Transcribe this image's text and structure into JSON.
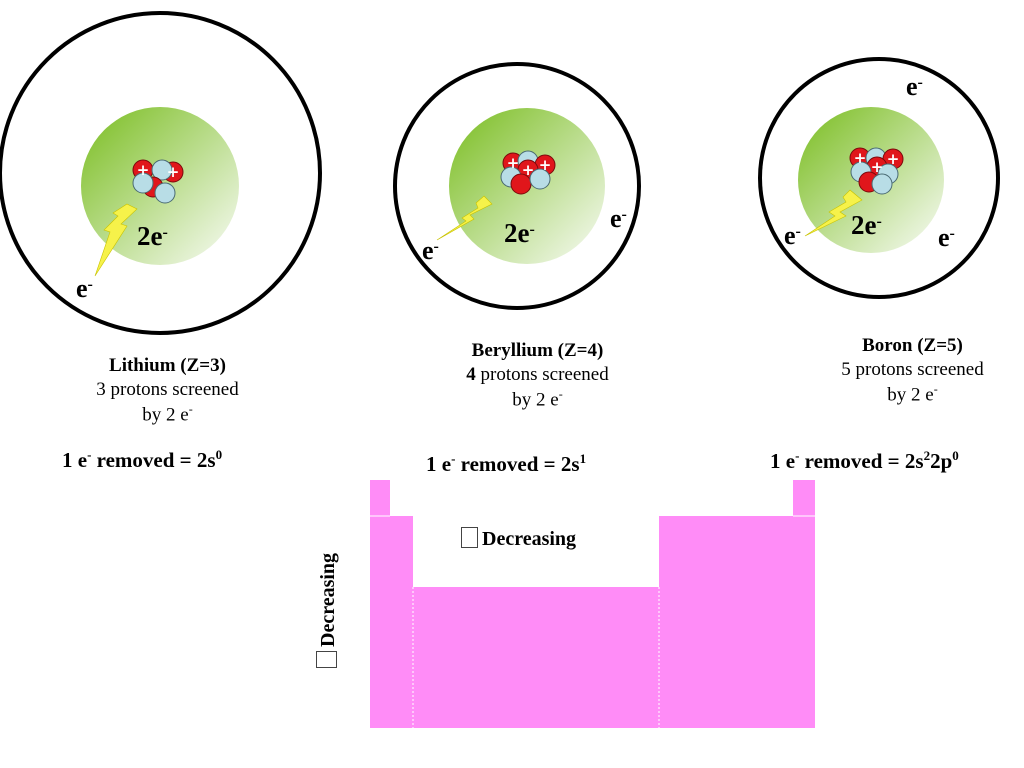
{
  "atoms": [
    {
      "name": "Lithium  (Z=3)",
      "desc_lines": [
        "3 protons screened",
        "by 2 e"
      ],
      "desc_bold_prefix": "",
      "inner_label": "2e",
      "outer_electrons": [
        "e"
      ],
      "removed": {
        "text": "1 e",
        "sup1": "-",
        "mid": " removed = 2s",
        "sup2": "0"
      }
    },
    {
      "name": "Beryllium  (Z=4)",
      "desc_bold_prefix": "4",
      "desc_lines": [
        " protons screened",
        "by 2 e"
      ],
      "inner_label": "2e",
      "outer_electrons": [
        "e",
        "e"
      ],
      "removed": {
        "text": "1 e",
        "sup1": "-",
        "mid": " removed = 2s",
        "sup2": "1"
      }
    },
    {
      "name": "Boron  (Z=5)",
      "desc_bold_prefix": "",
      "desc_lines": [
        "5 protons screened",
        "by 2 e"
      ],
      "inner_label": "2e",
      "outer_electrons": [
        "e",
        "e",
        "e"
      ],
      "removed": {
        "text": "1 e",
        "sup1": "-",
        "mid": " removed = 2s",
        "sup2": "2",
        "mid2": "2p",
        "sup3": "0"
      }
    }
  ],
  "superscript_minus": "-",
  "trend_horizontal": "Decreasing",
  "trend_vertical": "Decreasing",
  "colors": {
    "shell": "#000000",
    "core_gradient_dark": "#8cc63f",
    "core_gradient_light": "#f4f9ee",
    "proton": "#e0161b",
    "neutron": "#b8dde6",
    "lightning": "#f6f24a",
    "table_fill": "#ff8cf7"
  }
}
